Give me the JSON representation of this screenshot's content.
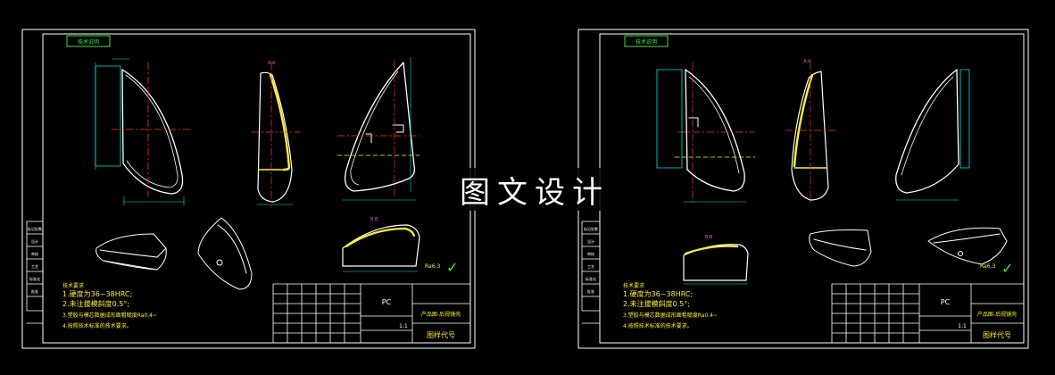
{
  "watermark": "图文设计",
  "colors": {
    "background": "#000000",
    "frame": "#ffffff",
    "cyan": "#00e5e5",
    "red": "#ff3030",
    "yellow": "#ffee33",
    "magenta": "#e64ee6",
    "green": "#38e838"
  },
  "sheets": [
    {
      "header_tag": "技术说明",
      "requirements_title": "技术要求",
      "requirements": [
        "1.硬度为36~38HRC;",
        "2.未注拔模斜度0.5°;",
        "3.塑胶与模芯数据成形面粗糙度Ra0.4~",
        "4.按照技术标准的技术要求。"
      ],
      "title_block": {
        "material": "PC",
        "product_name": "产品图-后视镜壳",
        "scale": "1:1",
        "drawing_code": "图样代号"
      },
      "side_table_labels": [
        "标记处数",
        "设计",
        "审核",
        "工艺",
        "标准化",
        "批准"
      ],
      "check_mark": "✓",
      "roughness_note": "Ra6.3"
    },
    {
      "header_tag": "技术说明",
      "requirements_title": "技术要求",
      "requirements": [
        "1.硬度为36~38HRC;",
        "2.未注拔模斜度0.5°;",
        "3.塑胶与模芯数据成形面粗糙度Ra0.4~",
        "4.按照技术标准的技术要求。"
      ],
      "title_block": {
        "material": "PC",
        "product_name": "产品图-后视镜壳",
        "scale": "1:1",
        "drawing_code": "图样代号"
      },
      "side_table_labels": [
        "标记处数",
        "设计",
        "审核",
        "工艺",
        "标准化",
        "批准"
      ],
      "check_mark": "✓",
      "roughness_note": "Ra6.3"
    }
  ]
}
